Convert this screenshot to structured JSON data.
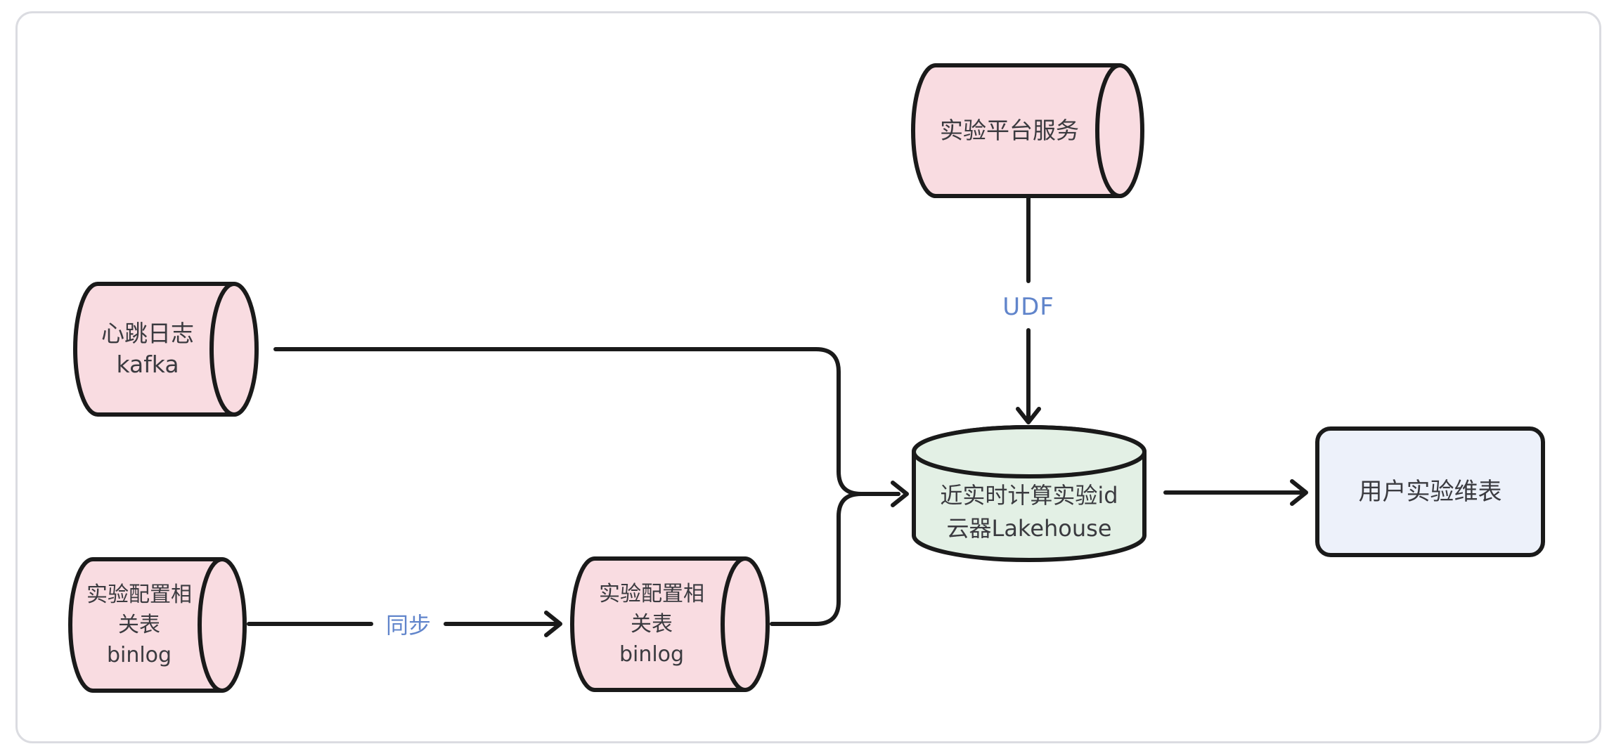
{
  "diagram": {
    "nodes": {
      "platform_service": {
        "lines": [
          "实验平台服务"
        ]
      },
      "heartbeat_kafka": {
        "lines": [
          "心跳日志",
          "kafka"
        ]
      },
      "binlog_source": {
        "lines": [
          "实验配置相",
          "关表",
          "binlog"
        ]
      },
      "binlog_synced": {
        "lines": [
          "实验配置相",
          "关表",
          "binlog"
        ]
      },
      "lakehouse_db": {
        "lines": [
          "近实时计算实验id",
          "云器Lakehouse"
        ]
      },
      "user_dim_table": {
        "lines": [
          "用户实验维表"
        ]
      }
    },
    "edge_labels": {
      "udf": "UDF",
      "sync": "同步"
    },
    "colors": {
      "pink": "#f9dce1",
      "green": "#e3f0e5",
      "panel_blue": "#edf1fa",
      "stroke": "#1a1a1a",
      "label": "#3b3b40",
      "accent": "#6185cb",
      "frame": "#dbdce1",
      "bg": "#ffffff"
    }
  }
}
